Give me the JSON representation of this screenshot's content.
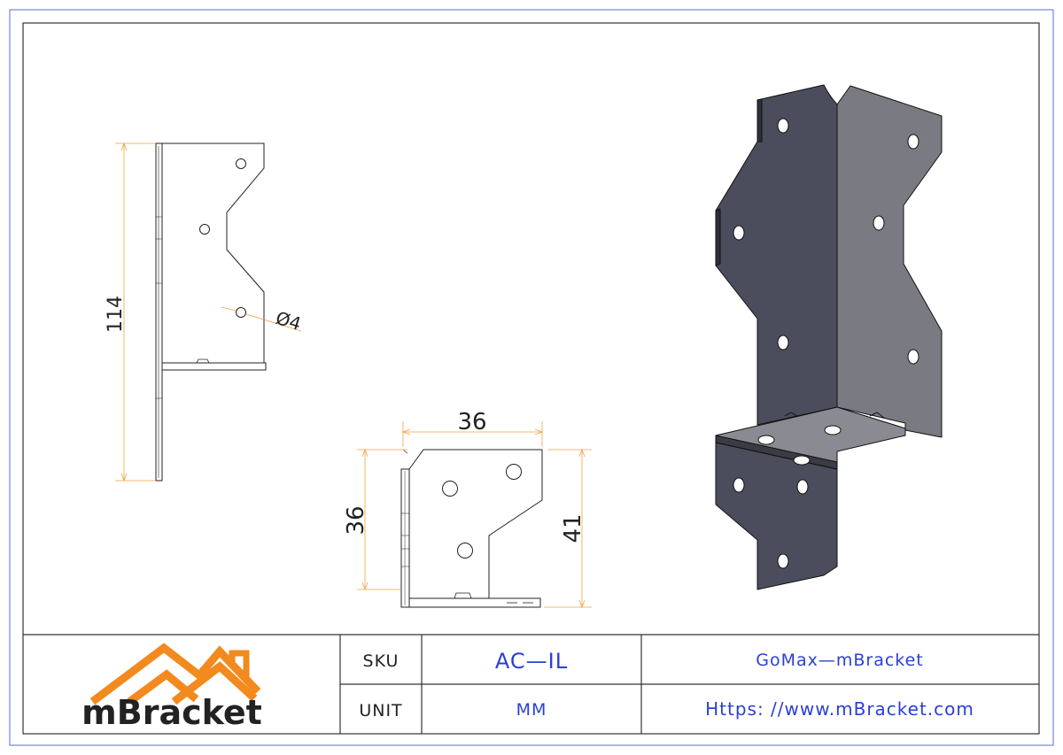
{
  "drawing": {
    "dimensions": {
      "height_side": "114",
      "hole_dia": "Ø4",
      "width_front": "36",
      "height_front": "36",
      "height_overall": "41"
    },
    "colors": {
      "frame": "#333333",
      "border_outer": "#5a6be0",
      "dimension_line": "#f0a040",
      "text_blue": "#2a3fd6",
      "logo_orange": "#f28a1e",
      "logo_text": "#222222",
      "steel_dark": "#4b4d5c",
      "steel_light": "#7a7b82"
    }
  },
  "title_block": {
    "logo_text": "mBracket",
    "sku_label": "SKU",
    "sku_value": "AC—IL",
    "unit_label": "UNIT",
    "unit_value": "MM",
    "brand": "GoMax—mBracket",
    "website": "Https: //www.mBracket.com"
  }
}
